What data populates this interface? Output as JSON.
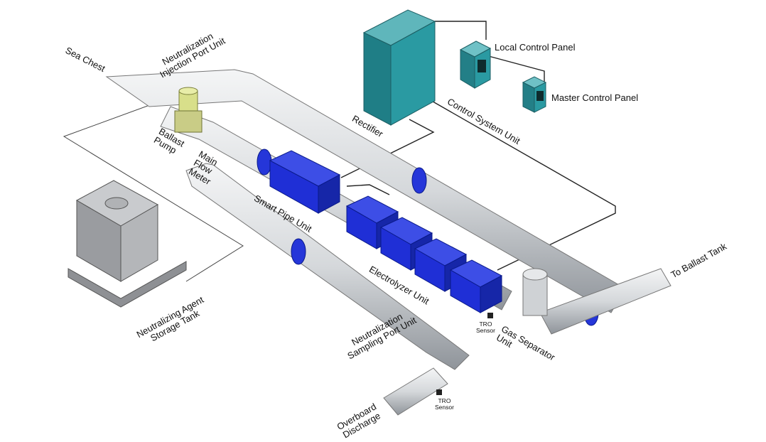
{
  "labels": {
    "sea_chest": "Sea Chest",
    "neutralization_injection_port_unit": "Neutralization\nInjection Port Unit",
    "ballast_pump": "Ballast\nPump",
    "main_flow_meter": "Main\nFlow\nMeter",
    "smart_pipe_unit": "Smart Pipe Unit",
    "electrolyzer_unit": "Electrolyzer Unit",
    "rectifier": "Rectifier",
    "control_system_unit": "Control System Unit",
    "local_control_panel": "Local Control Panel",
    "master_control_panel": "Master Control Panel",
    "neutralizing_agent_storage_tank": "Neutralizing Agent\nStorage Tank",
    "neutralization_sampling_port_unit": "Neutralization\nSampling Port Unit",
    "gas_separator_unit": "Gas Separator\nUnit",
    "to_ballast_tank": "To Ballast Tank",
    "overboard_discharge": "Overboard\nDischarge",
    "tro_sensor_1": "TRO\nSensor",
    "tro_sensor_2": "TRO\nSensor"
  },
  "colors": {
    "pipe": "#d9dbde",
    "pipe_shade": "#9ea3a8",
    "equipment_blue": "#1f2fd6",
    "rectifier_teal": "#2a8e95",
    "tank_gray": "#a8aaad",
    "pump_yellow": "#d8df8a"
  }
}
